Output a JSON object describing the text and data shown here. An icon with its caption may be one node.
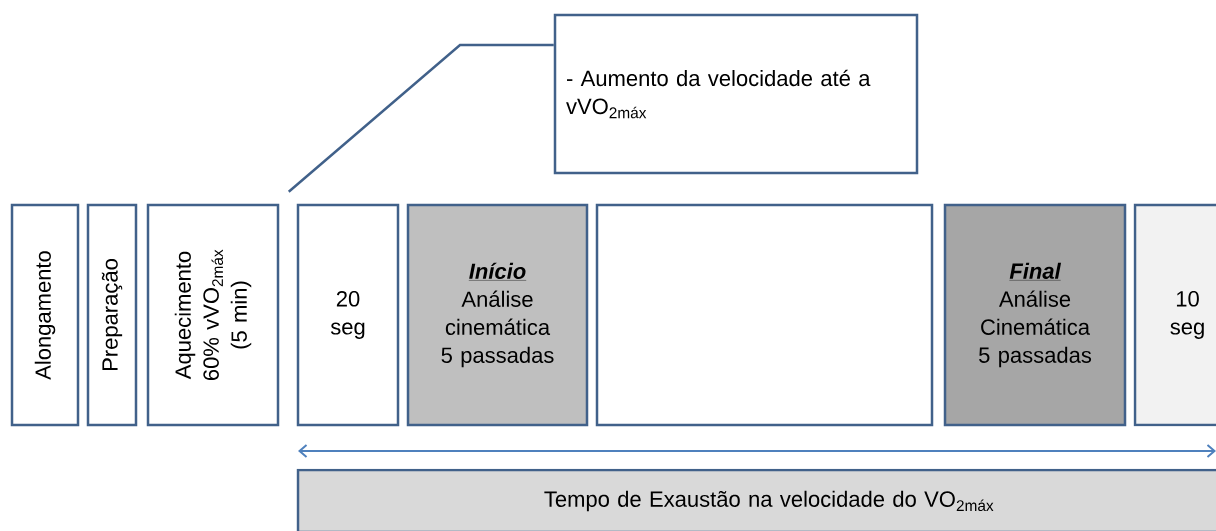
{
  "diagram": {
    "nodes": [
      {
        "text": [
          "Alongamento"
        ]
      },
      {
        "text": [
          "Preparação"
        ]
      },
      {
        "text": [
          "Aquecimento 60% vVO$_{2máx}$ (5 min)"
        ]
      },
      {
        "text": [
          "20 seg"
        ]
      },
      {
        "text": [
          "Início",
          "Análise cinemática 5 passadas"
        ]
      },
      {
        "text": [],
        "shape": "box"
      },
      {
        "text": [
          "Final",
          "Análise Cinemática 5 passadas"
        ]
      },
      {
        "text": [
          "10 seg"
        ]
      },
      {
        "text": [
          "- Aumento da velocidade até a vVO$_{2máx}$"
        ]
      },
      {
        "text": [
          "Tempo de Exaustão na velocidade do VO$_{2máx}$"
        ]
      }
    ],
    "edges": [
      {
        "from": 3,
        "to": 8,
        "arrow": "none"
      }
    ]
  }
}
